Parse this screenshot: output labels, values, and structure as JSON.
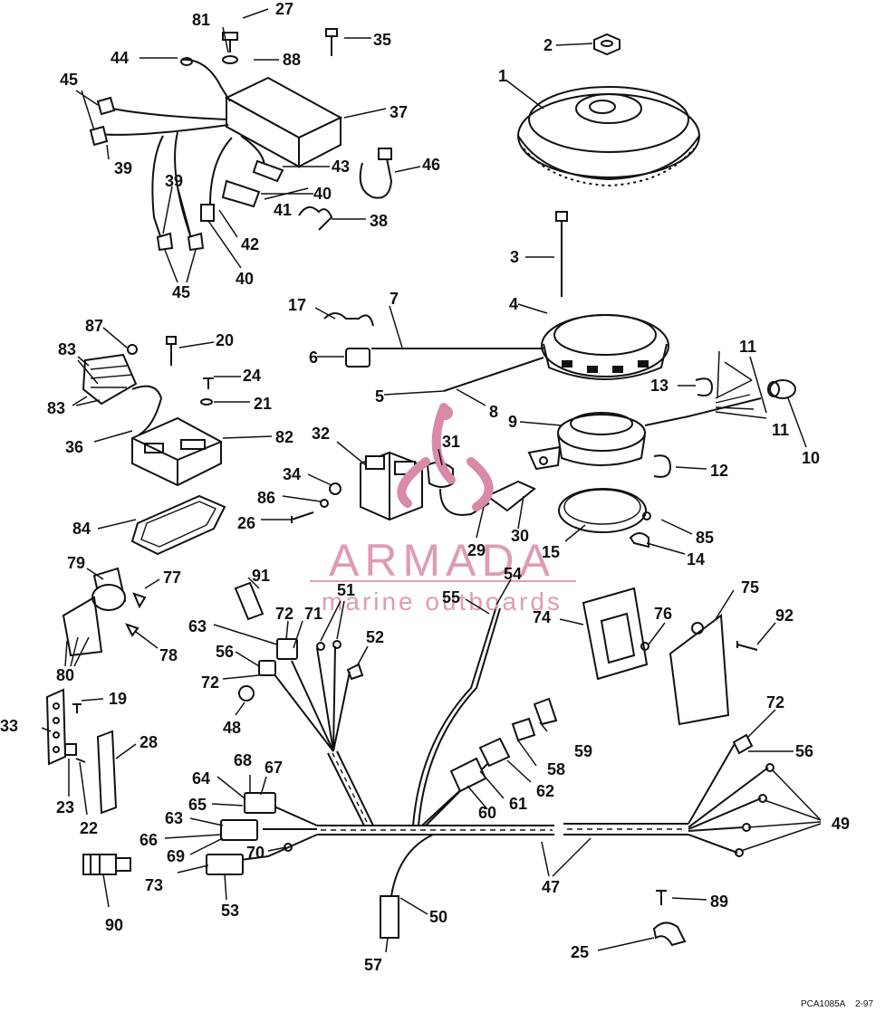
{
  "callouts": [
    "1",
    "2",
    "3",
    "4",
    "5",
    "6",
    "7",
    "8",
    "9",
    "10",
    "11",
    "12",
    "13",
    "14",
    "15",
    "17",
    "19",
    "20",
    "21",
    "22",
    "23",
    "24",
    "25",
    "26",
    "27",
    "28",
    "29",
    "30",
    "31",
    "32",
    "33",
    "34",
    "35",
    "36",
    "37",
    "38",
    "39",
    "40",
    "41",
    "42",
    "43",
    "44",
    "45",
    "46",
    "47",
    "48",
    "49",
    "50",
    "51",
    "52",
    "53",
    "54",
    "55",
    "56",
    "57",
    "58",
    "59",
    "60",
    "61",
    "62",
    "63",
    "64",
    "65",
    "66",
    "67",
    "68",
    "69",
    "70",
    "71",
    "72",
    "73",
    "74",
    "75",
    "76",
    "77",
    "78",
    "79",
    "80",
    "81",
    "82",
    "83",
    "84",
    "85",
    "86",
    "87",
    "88",
    "89",
    "90",
    "91",
    "92"
  ],
  "watermark": {
    "brand": "ARMADA",
    "tagline": "marine outboards",
    "color": "#d98aa8"
  },
  "figure_code": "PCA1085A",
  "figure_rev": "2-97",
  "colors": {
    "ink": "#111111",
    "paper": "#ffffff",
    "accent": "#d98aa8"
  }
}
